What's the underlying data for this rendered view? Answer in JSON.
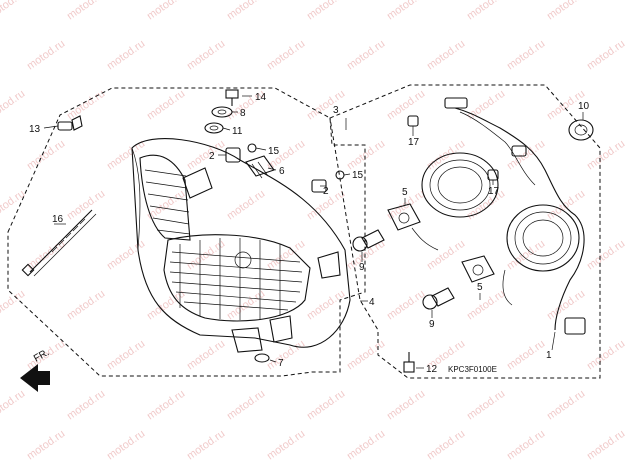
{
  "watermark": {
    "text": "motod.ru"
  },
  "diagram_code": "KPC3F0100E",
  "direction_label": "FR.",
  "callouts": [
    "1",
    "2",
    "2",
    "3",
    "4",
    "5",
    "5",
    "6",
    "7",
    "8",
    "9",
    "9",
    "10",
    "11",
    "12",
    "13",
    "14",
    "15",
    "15",
    "16",
    "17",
    "17"
  ],
  "colors": {
    "line": "#111111",
    "watermark": "#e6a0a0",
    "background": "#ffffff"
  }
}
